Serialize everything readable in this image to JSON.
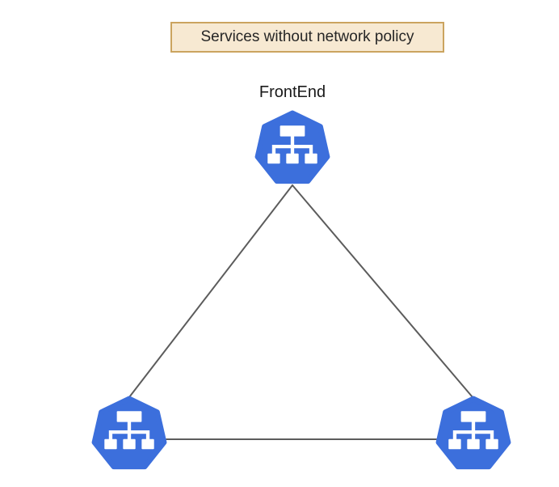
{
  "title": "Services without network policy",
  "diagram": {
    "nodes": [
      {
        "id": "frontend",
        "label": "FrontEnd",
        "icon": "kubernetes-service-icon",
        "position": "top"
      },
      {
        "id": "service-bottom-left",
        "label": "",
        "icon": "kubernetes-service-icon",
        "position": "bottom-left"
      },
      {
        "id": "service-bottom-right",
        "label": "",
        "icon": "kubernetes-service-icon",
        "position": "bottom-right"
      }
    ],
    "edges": [
      {
        "from": "frontend",
        "to": "service-bottom-left"
      },
      {
        "from": "frontend",
        "to": "service-bottom-right"
      },
      {
        "from": "service-bottom-left",
        "to": "service-bottom-right"
      }
    ]
  },
  "colors": {
    "node_fill": "#3c6fdc",
    "icon_glyph": "#ffffff",
    "edge_stroke": "#5c5c5c",
    "title_bg": "#f7e9d2",
    "title_border": "#cba45f",
    "title_text": "#262626",
    "label_text": "#1a1a1a",
    "background": "#ffffff"
  }
}
